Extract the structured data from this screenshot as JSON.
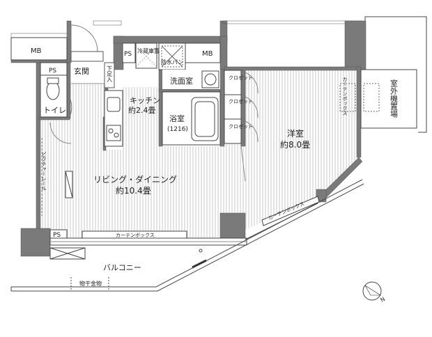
{
  "rooms": {
    "mb_left": "MB",
    "mb_right": "MB",
    "ps_top": "PS",
    "ps_toilet": "PS",
    "ps_balcony": "PS",
    "entrance": "玄関",
    "shoe_box": "下足入",
    "storage": "冷蔵庫置場",
    "laundry_pan": "防水パン",
    "washroom": "洗面室",
    "kitchen": "キッチン",
    "kitchen_size": "約2.4畳",
    "bath": "浴室",
    "bath_size": "(1216)",
    "toilet": "トイレ",
    "living": "リビング・ダイニング",
    "living_size": "約10.4畳",
    "western": "洋室",
    "western_size": "約8.0畳",
    "closet_1": "クロゼット",
    "closet_2": "クロゼット",
    "closet_3": "クロゼット",
    "outdoor_unit": "室外機置場",
    "balcony": "バルコニー",
    "drying": "物干金物",
    "picture_rail": "ピクチャーレール",
    "curtain_box_living": "カーテンボックス",
    "curtain_box_western": "カーテンボックス",
    "curtain_box_right": "カーテンボックス"
  },
  "compass": {
    "letter": "N",
    "icon": "north-arrow-icon"
  },
  "colors": {
    "wall": "#777777",
    "floor_hatch": "#c8c8c8",
    "line": "#444444"
  }
}
